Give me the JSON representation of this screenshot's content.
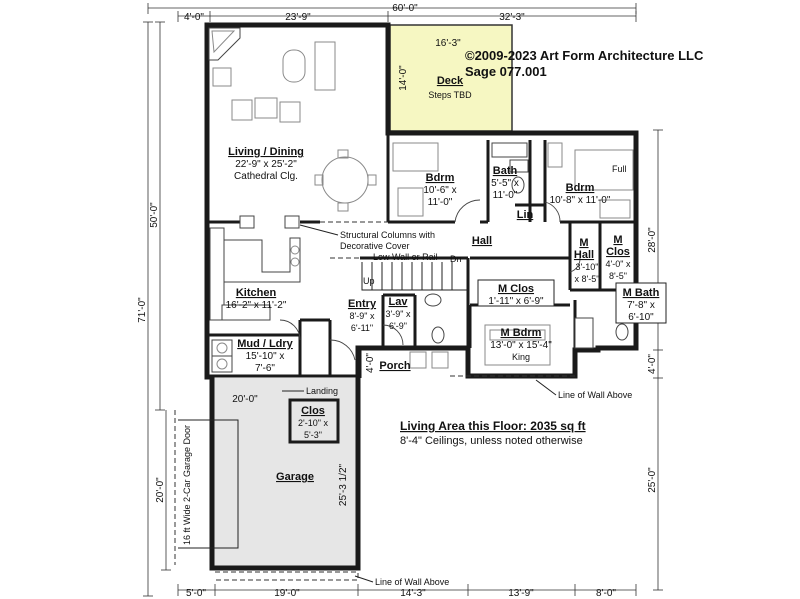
{
  "copyright": "©2009-2023 Art Form Architecture LLC",
  "plan_name": "Sage 077.001",
  "rooms": {
    "living": {
      "name": "Living / Dining",
      "dims": "22'-9\" x 25'-2\"",
      "note": "Cathedral Clg."
    },
    "deck": {
      "name": "Deck",
      "note": "Steps TBD",
      "width": "16'-3\"",
      "depth": "14'-0\""
    },
    "bdrm1": {
      "name": "Bdrm",
      "dims1": "10'-6\" x",
      "dims2": "11'-0\""
    },
    "bath": {
      "name": "Bath",
      "dims1": "5'-5\" x",
      "dims2": "11'-0\""
    },
    "lin": {
      "name": "Lin"
    },
    "bdrm2": {
      "name": "Bdrm",
      "dims": "10'-8\" x 11'-0\""
    },
    "hall": {
      "name": "Hall"
    },
    "mhall": {
      "name1": "M",
      "name2": "Hall",
      "dims1": "3'-10\"",
      "dims2": "x 8'-5\""
    },
    "mclos_small": {
      "name1": "M",
      "name2": "Clos",
      "dims1": "4'-0\" x",
      "dims2": "8'-5\""
    },
    "mbath": {
      "name": "M Bath",
      "dims1": "7'-8\" x",
      "dims2": "6'-10\""
    },
    "kitchen": {
      "name": "Kitchen",
      "dims": "16'-2\" x 11'-2\""
    },
    "entry": {
      "name": "Entry",
      "dims1": "8'-9\" x",
      "dims2": "6'-11\""
    },
    "lav": {
      "name": "Lav",
      "dims1": "3'-9\" x",
      "dims2": "6'-9\""
    },
    "mclos": {
      "name": "M Clos",
      "dims": "1'-11\" x 6'-9\""
    },
    "mbdrm": {
      "name": "M Bdrm",
      "dims": "13'-0\" x 15'-4\""
    },
    "mud": {
      "name": "Mud / Ldry",
      "dims1": "15'-10\" x",
      "dims2": "7'-6\""
    },
    "porch": {
      "name": "Porch"
    },
    "clos": {
      "name": "Clos",
      "dims1": "2'-10\" x",
      "dims2": "5'-3\""
    },
    "garage": {
      "name": "Garage"
    }
  },
  "labels": {
    "structural": "Structural Columns with",
    "structural2": "Decorative Cover",
    "lowwall": "Low Wall or Rail",
    "dn": "Dn",
    "up": "Up",
    "landing": "Landing",
    "wall_above_1": "Line of Wall Above",
    "wall_above_2": "Line of Wall Above",
    "garage_door": "16 ft Wide 2-Car Garage Door",
    "full": "Full",
    "king": "King",
    "living_area": "Living Area this Floor: 2035 sq ft",
    "ceilings": "8'-4\" Ceilings, unless noted otherwise"
  },
  "dimensions": {
    "top_total": "60'-0\"",
    "top_a": "4'-0\"",
    "top_b": "23'-9\"",
    "top_c": "32'-3\"",
    "left_total": "71'-0\"",
    "left_upper": "50'-0\"",
    "left_lower": "20'-0\"",
    "right_a": "28'-0\"",
    "right_b": "4'-0\"",
    "right_c": "25'-0\"",
    "bottom_a": "5'-0\"",
    "bottom_b": "19'-0\"",
    "bottom_c": "14'-3\"",
    "bottom_d": "13'-9\"",
    "bottom_e": "8'-0\"",
    "garage_width": "20'-0\"",
    "garage_depth": "25'-3 1/2\"",
    "porch_depth": "4'-0\""
  }
}
